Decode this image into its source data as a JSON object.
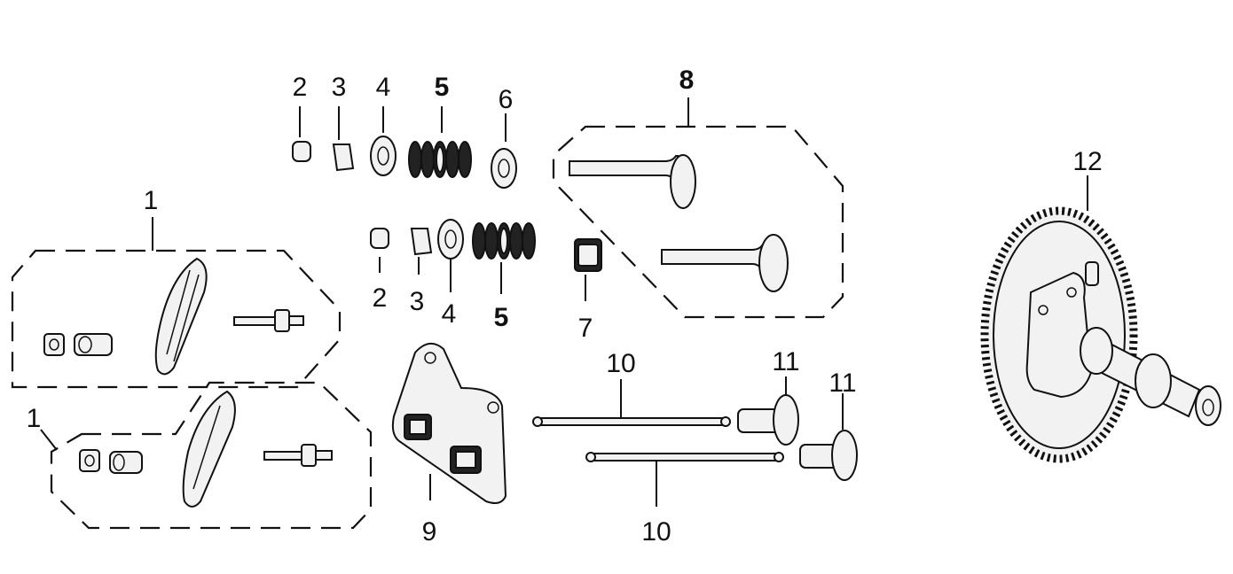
{
  "labels": {
    "l1a": "1",
    "l1b": "1",
    "l2a": "2",
    "l2b": "2",
    "l3a": "3",
    "l3b": "3",
    "l4a": "4",
    "l4b": "4",
    "l5a": "5",
    "l5b": "5",
    "l6": "6",
    "l7": "7",
    "l8": "8",
    "l9": "9",
    "l10a": "10",
    "l10b": "10",
    "l11a": "11",
    "l11b": "11",
    "l12": "12"
  }
}
